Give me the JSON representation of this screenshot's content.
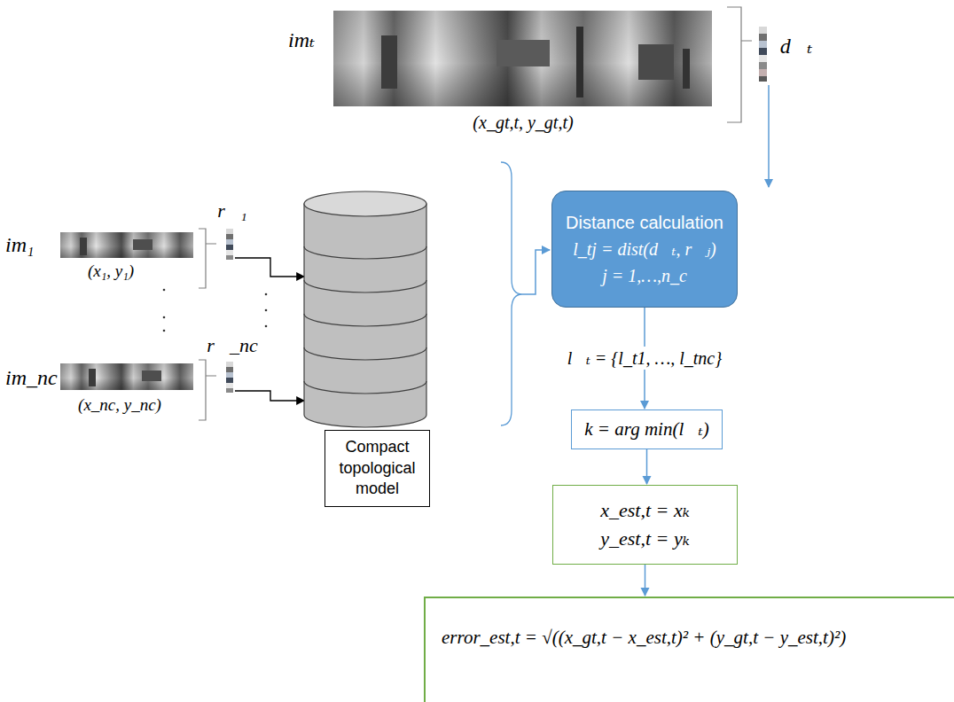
{
  "diagram": {
    "nodes": [
      {
        "text": [
          "Compact topological model"
        ]
      },
      {
        "text": [
          "Distance calculation",
          "l_tj = dist(d⃗ₜ, r⃗ⱼ)",
          "j = 1,…,n_c"
        ]
      },
      {
        "text": [
          "k = arg min(l⃗ₜ)"
        ]
      },
      {
        "text": [
          "x_est,t = xₖ",
          "y_est,t = yₖ"
        ]
      },
      {
        "text": [
          "error_est,t = √((x_gt,t − x_est,t)² + (y_gt,t − y_est,t)²)"
        ]
      }
    ],
    "edges": [
      {
        "from": 1,
        "to": 2,
        "label": "l⃗ₜ = {l_t1, …, l_tnc}",
        "arrow": "to"
      },
      {
        "from": 2,
        "to": 3,
        "arrow": "to"
      },
      {
        "from": 3,
        "to": 4,
        "arrow": "to"
      }
    ],
    "labels": [
      "imₜ",
      "(x_gt,t, y_gt,t)",
      "d⃗ₜ",
      "im₁",
      "(x₁, y₁)",
      "r⃗₁",
      "im_nc",
      "(x_nc, y_nc)",
      "r⃗_nc"
    ]
  }
}
